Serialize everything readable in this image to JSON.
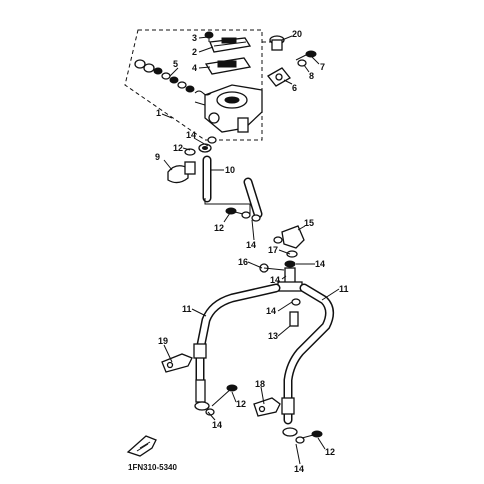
{
  "diagram": {
    "part_code": "1FN310-5340",
    "callouts": [
      "1",
      "2",
      "3",
      "4",
      "5",
      "6",
      "7",
      "8",
      "9",
      "10",
      "11",
      "12",
      "13",
      "14",
      "15",
      "16",
      "17",
      "18",
      "19",
      "20"
    ]
  }
}
